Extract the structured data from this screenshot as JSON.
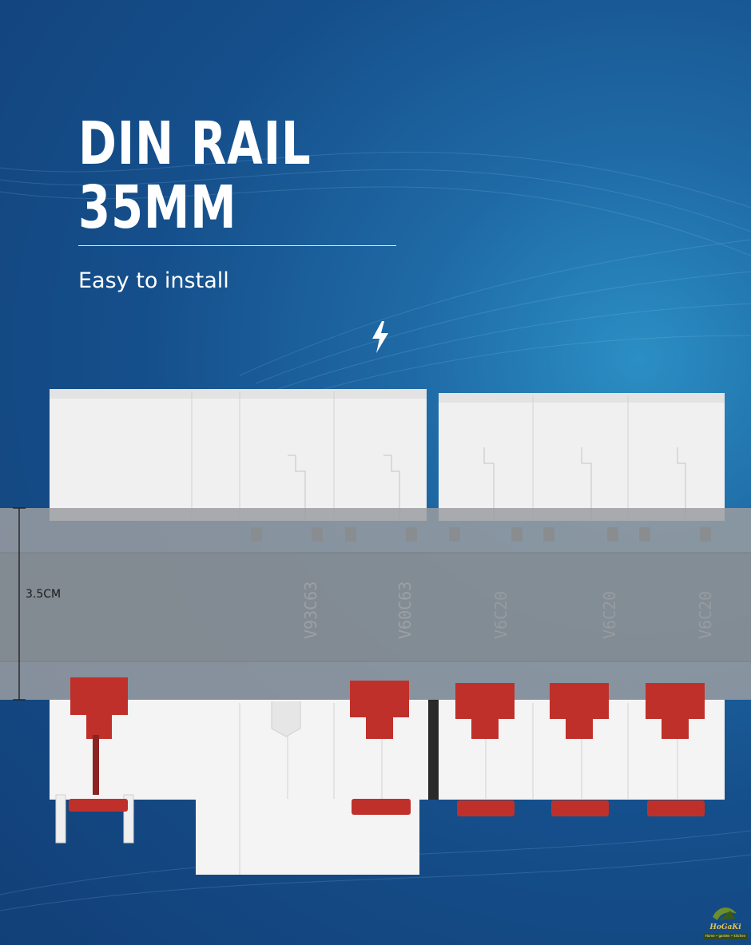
{
  "headline": {
    "line1": "DIN RAIL",
    "line2": "35MM"
  },
  "subtitle": "Easy to install",
  "measurement_label": "3.5CM",
  "breaker_markings": [
    "V93C63",
    "V60C63",
    "V6C20",
    "V6C20",
    "V6C20"
  ],
  "brand": {
    "name": "HoGaKi",
    "tagline": "Home • garden • kitchen"
  },
  "colors": {
    "background": "#154f8b",
    "breaker_body": "#f2f2f2",
    "toggle": "#c0302a",
    "rail": "#8f9295"
  },
  "icons": [
    "lightning-bolt-icon",
    "brand-logo-icon"
  ]
}
